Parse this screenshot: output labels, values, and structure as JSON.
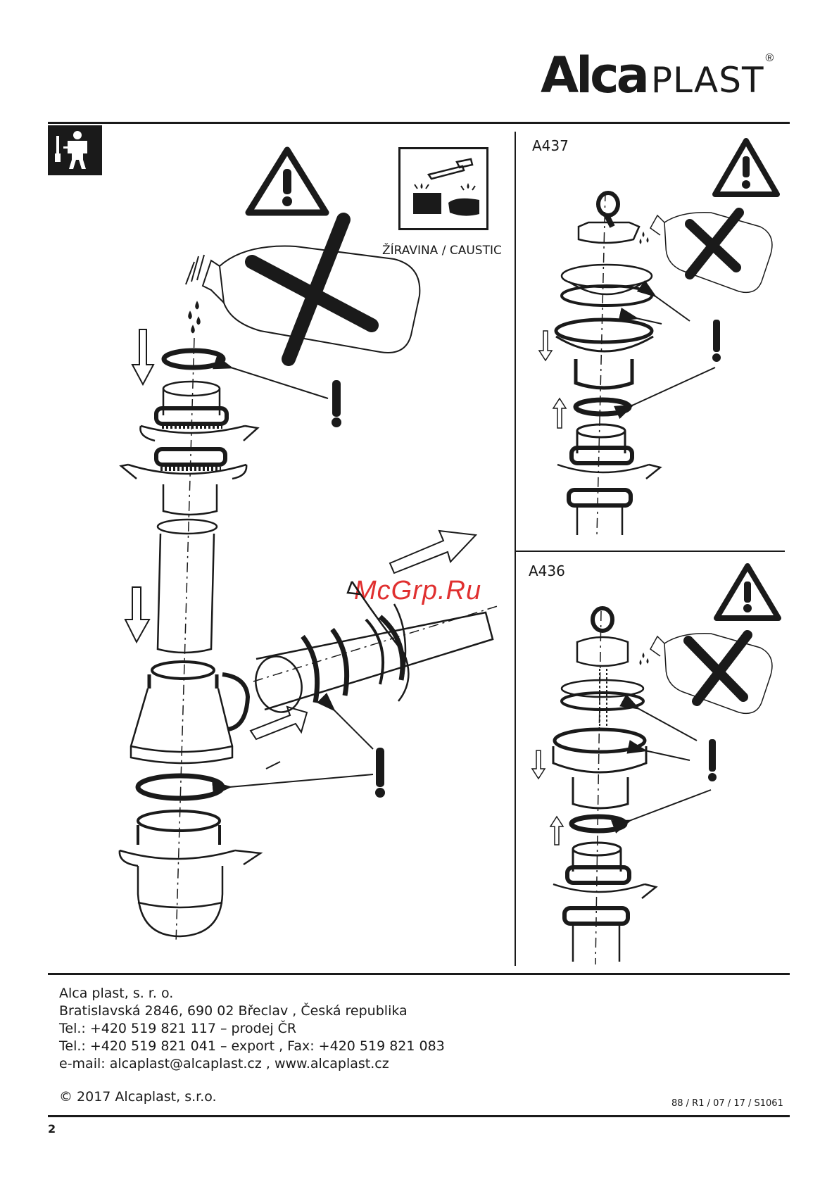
{
  "brand": {
    "name_bold": "Alca",
    "name_light": "PLAST",
    "registered_mark": "®"
  },
  "main_panel": {
    "caustic_label": "ŽÍRAVINA / CAUSTIC"
  },
  "panel_a437": {
    "label": "A437"
  },
  "panel_a436": {
    "label": "A436"
  },
  "watermark": {
    "text": "McGrp.Ru"
  },
  "footer": {
    "company": "Alca plast, s. r. o.",
    "address": "Bratislavská 2846, 690 02 Břeclav , Česká republika",
    "phone_sales": "Tel.: +420 519 821 117 – prodej ČR",
    "phone_export": "Tel.: +420 519 821 041 – export , Fax: +420 519 821 083",
    "contact": "e-mail: alcaplast@alcaplast.cz , www.alcaplast.cz",
    "copyright": "© 2017 Alcaplast, s.r.o.",
    "doc_code": "88 / R1 / 07 / 17 / S1061",
    "page_number": "2"
  },
  "colors": {
    "ink": "#1a1a1a",
    "watermark": "#e03030",
    "background": "#ffffff"
  },
  "icons": [
    "installer-tools-icon",
    "warning-triangle-icon",
    "caustic-hazard-icon",
    "prohibited-x-icon",
    "exclamation-icon",
    "arrow-icon"
  ]
}
